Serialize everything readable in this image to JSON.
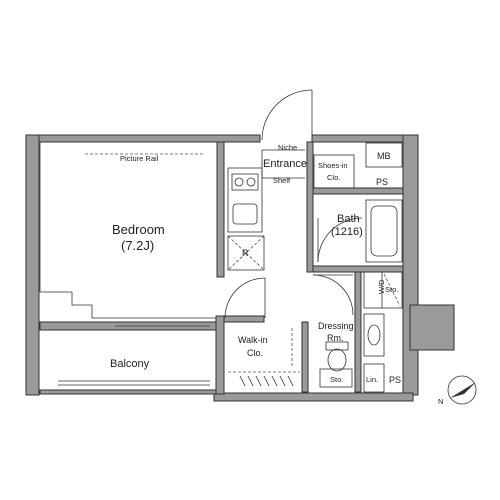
{
  "labels": {
    "niche": "Niche",
    "entrance": "Entrance",
    "shelf": "Shelf",
    "shoes_in_clo": [
      "Shoes-in",
      "Clo."
    ],
    "mb": "MB",
    "ps_top": "PS",
    "picture_rail": "Picture Rail",
    "bedroom": "Bedroom",
    "bedroom_size": "(7.2J)",
    "bath": "Bath",
    "bath_size": "(1216)",
    "fridge": "R",
    "wd": "W/D",
    "sto_upper": "Sto.",
    "walk_in_clo": [
      "Walk-in",
      "Clo."
    ],
    "dressing_rm": [
      "Dressing",
      "Rm."
    ],
    "balcony": "Balcony",
    "sto_lower": "Sto.",
    "lin": "Lin.",
    "ps_bottom": "PS",
    "compass": "N"
  },
  "colors": {
    "wall": "#9a9a9a",
    "line": "#333333",
    "background": "#ffffff"
  }
}
